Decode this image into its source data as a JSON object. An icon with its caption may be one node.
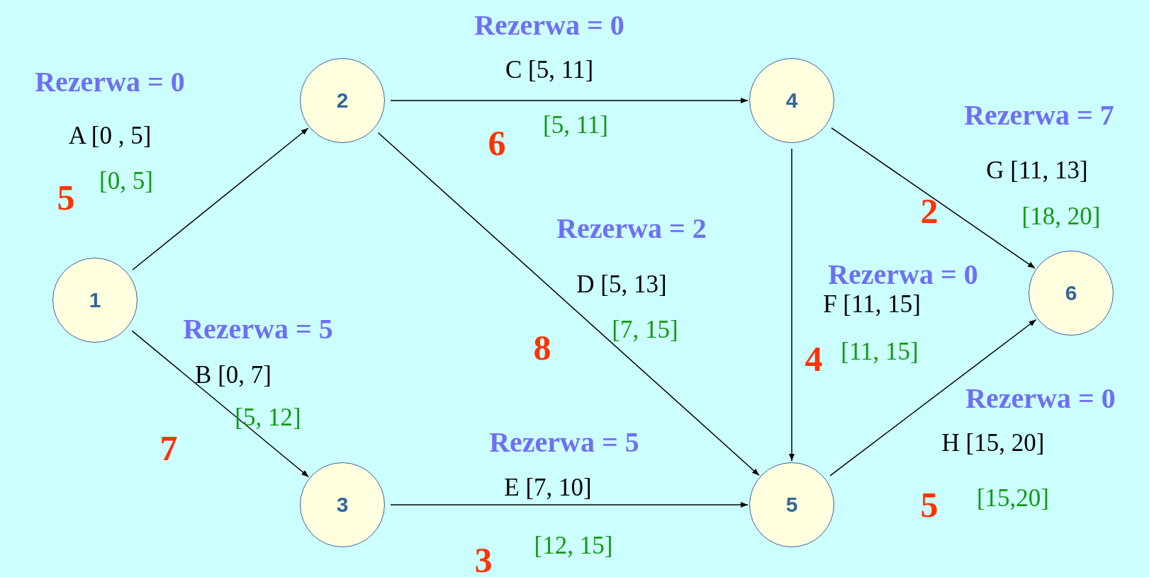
{
  "diagram": {
    "nodes": [
      {
        "text": [
          "1"
        ]
      },
      {
        "text": [
          "2"
        ]
      },
      {
        "text": [
          "3"
        ]
      },
      {
        "text": [
          "4"
        ]
      },
      {
        "text": [
          "5"
        ]
      },
      {
        "text": [
          "6"
        ]
      }
    ],
    "edges": [
      {
        "from": 0,
        "to": 1,
        "arrow": "to"
      },
      {
        "from": 0,
        "to": 2,
        "arrow": "to"
      },
      {
        "from": 1,
        "to": 3,
        "arrow": "to"
      },
      {
        "from": 1,
        "to": 4,
        "arrow": "to"
      },
      {
        "from": 2,
        "to": 4,
        "arrow": "to"
      },
      {
        "from": 3,
        "to": 4,
        "arrow": "to"
      },
      {
        "from": 3,
        "to": 5,
        "arrow": "to"
      },
      {
        "from": 4,
        "to": 5,
        "arrow": "to"
      }
    ],
    "labels": [
      "Rezerwa = 0",
      "C [5, 11]",
      "Rezerwa = 0",
      "[5, 11]",
      "Rezerwa = 7",
      "A [0 , 5]",
      "6",
      "G [11, 13]",
      "5",
      "[0, 5]",
      "2",
      "[18, 20]",
      "Rezerwa = 2",
      "D [5, 13]",
      "Rezerwa = 0",
      "F [11, 15]",
      "Rezerwa = 5",
      "[7, 15]",
      "8",
      "4",
      "[11, 15]",
      "B [0, 7]",
      "Rezerwa = 0",
      "[5, 12]",
      "7",
      "Rezerwa = 5",
      "H [15, 20]",
      "E [7, 10]",
      "5",
      "[15,20]",
      "3",
      "[12, 15]"
    ]
  }
}
